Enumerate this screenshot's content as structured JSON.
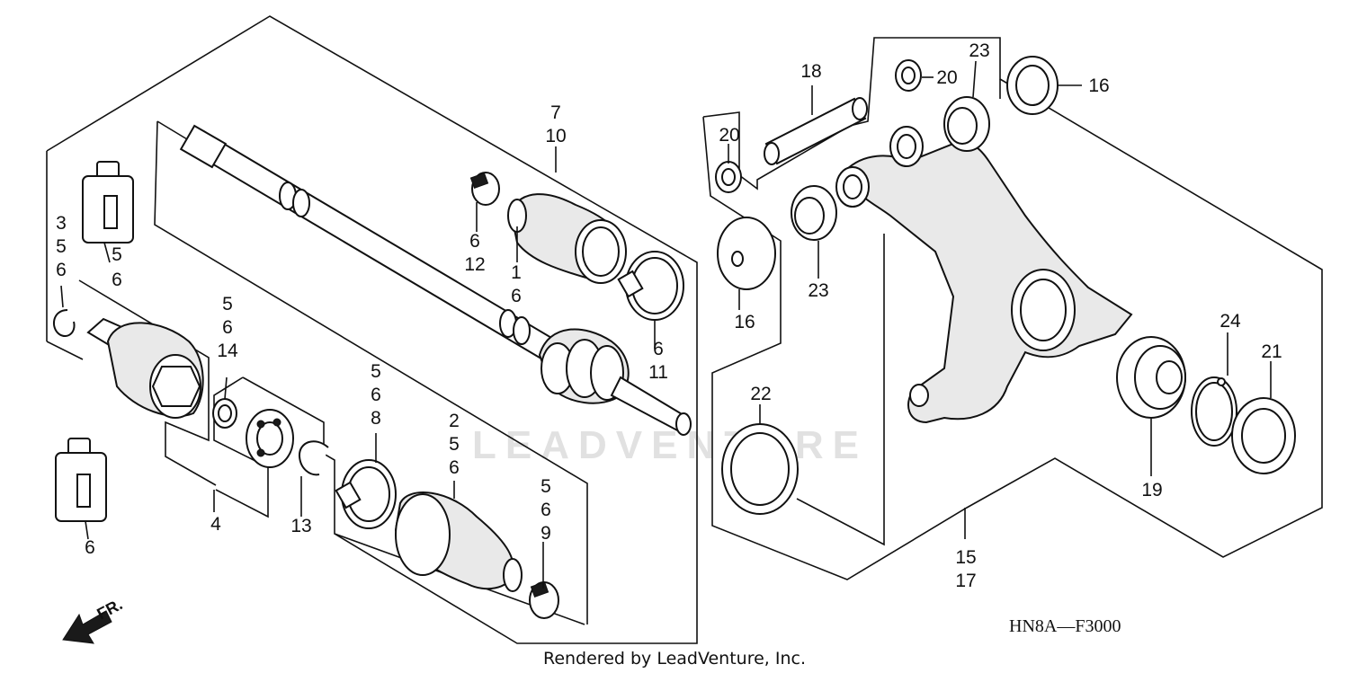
{
  "diagram_code": "HN8A—F3000",
  "credit": "Rendered by LeadVenture, Inc.",
  "watermark": "LEADVENTURE",
  "direction_label": "FR.",
  "colors": {
    "ink": "#111111",
    "paper": "#ffffff",
    "watermark": "#bdbdbd"
  },
  "callouts": {
    "grease_top": [
      "5",
      "6"
    ],
    "clip_left": [
      "3",
      "5",
      "6"
    ],
    "grease_bottom": [
      "6"
    ],
    "outer_joint": [
      "4"
    ],
    "clip_14": [
      "5",
      "6",
      "14"
    ],
    "circlip_13": [
      "13"
    ],
    "band_8": [
      "5",
      "6",
      "8"
    ],
    "boot_2": [
      "2",
      "5",
      "6"
    ],
    "band_9": [
      "5",
      "6",
      "9"
    ],
    "shaft_7": [
      "7",
      "10"
    ],
    "band_12": [
      "6",
      "12"
    ],
    "boot_1": [
      "1",
      "6"
    ],
    "band_11": [
      "6",
      "11"
    ],
    "pipe_18": [
      "18"
    ],
    "seal_20a": [
      "20"
    ],
    "seal_20b": [
      "20"
    ],
    "bearing_23a": [
      "23"
    ],
    "bearing_23b": [
      "23"
    ],
    "cap_16a": [
      "16"
    ],
    "cap_16b": [
      "16"
    ],
    "seal_22": [
      "22"
    ],
    "bearing_19": [
      "19"
    ],
    "clip_24": [
      "24"
    ],
    "seal_21": [
      "21"
    ],
    "knuckle_15": [
      "15",
      "17"
    ]
  }
}
